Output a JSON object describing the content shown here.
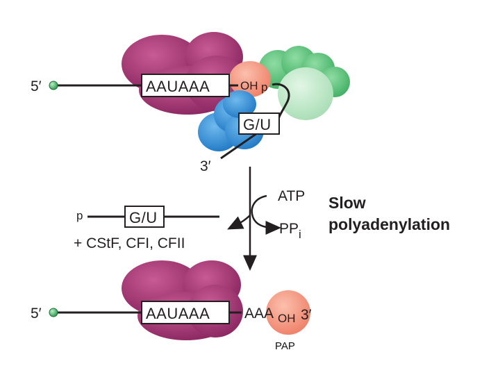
{
  "top_complex": {
    "five_prime": "5′",
    "signal": "AAUAAA",
    "oh": "OH",
    "p": "p",
    "gu": "G/U",
    "three_prime": "3′"
  },
  "middle": {
    "p": "p",
    "gu": "G/U",
    "released": "+ CStF, CFI, CFII",
    "atp": "ATP",
    "ppi": "PP",
    "ppi_sub": "i",
    "title_line1": "Slow",
    "title_line2": "polyadenylation"
  },
  "bottom_complex": {
    "five_prime": "5′",
    "signal": "AAUAAA",
    "tail": "AAA",
    "oh": "OH",
    "three": "3′",
    "pap_label": "PAP"
  },
  "colors": {
    "cpsf": "#9c2e6e",
    "pap": "#f08a72",
    "cstf": "#2f8ed6",
    "cfi_cfii": "#5cc07a",
    "rna_line": "#231f20"
  }
}
